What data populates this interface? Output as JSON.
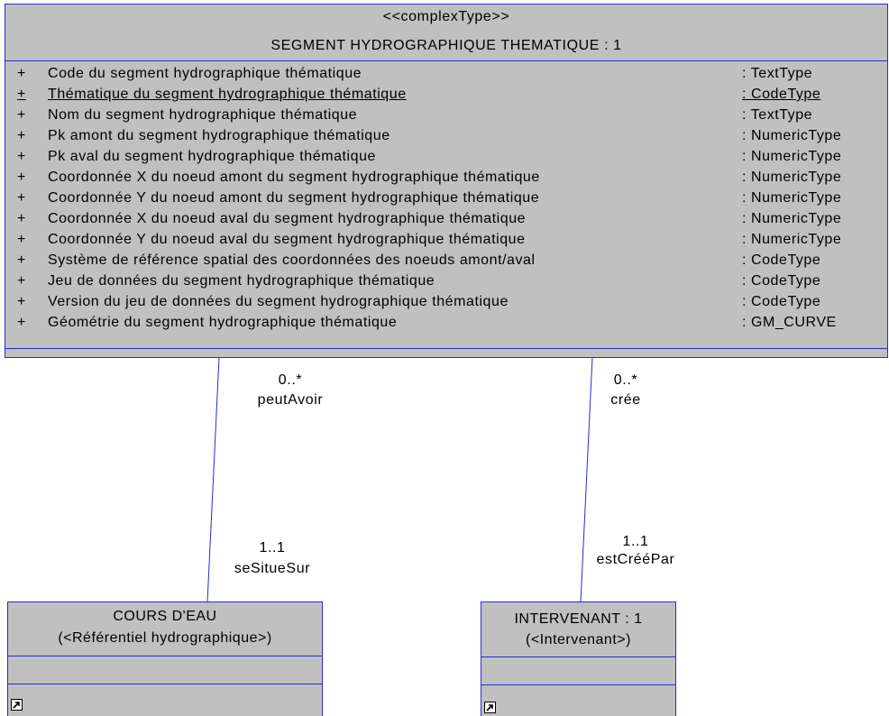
{
  "main_class": {
    "stereotype": "<<complexType>>",
    "title": "SEGMENT HYDROGRAPHIQUE THEMATIQUE : 1",
    "attributes": [
      {
        "visibility": "+",
        "name": "Code du segment hydrographique thématique",
        "type": ": TextType",
        "underlined": false
      },
      {
        "visibility": "+",
        "name": "Thématique du segment hydrographique thématique",
        "type": ": CodeType",
        "underlined": true
      },
      {
        "visibility": "+",
        "name": "Nom du segment hydrographique thématique",
        "type": ": TextType",
        "underlined": false
      },
      {
        "visibility": "+",
        "name": "Pk amont du segment hydrographique thématique",
        "type": ": NumericType",
        "underlined": false
      },
      {
        "visibility": "+",
        "name": "Pk aval du segment hydrographique thématique",
        "type": ": NumericType",
        "underlined": false
      },
      {
        "visibility": "+",
        "name": "Coordonnée X du noeud amont du segment hydrographique thématique",
        "type": ": NumericType",
        "underlined": false
      },
      {
        "visibility": "+",
        "name": "Coordonnée Y du noeud amont du segment hydrographique thématique",
        "type": ": NumericType",
        "underlined": false
      },
      {
        "visibility": "+",
        "name": "Coordonnée X du noeud aval du segment hydrographique thématique",
        "type": ": NumericType",
        "underlined": false
      },
      {
        "visibility": "+",
        "name": "Coordonnée Y du noeud aval du segment hydrographique thématique",
        "type": ": NumericType",
        "underlined": false
      },
      {
        "visibility": "+",
        "name": "Système de référence spatial des coordonnées des noeuds amont/aval",
        "type": ": CodeType",
        "underlined": false
      },
      {
        "visibility": "+",
        "name": "Jeu de données du segment hydrographique thématique",
        "type": ": CodeType",
        "underlined": false
      },
      {
        "visibility": "+",
        "name": "Version du jeu de données du segment hydrographique thématique",
        "type": ": CodeType",
        "underlined": false
      },
      {
        "visibility": "+",
        "name": "Géométrie du segment hydrographique thématique",
        "type": ": GM_CURVE",
        "underlined": false
      }
    ]
  },
  "assoc_left": {
    "top_multiplicity": "0..*",
    "top_role": "peutAvoir",
    "bottom_multiplicity": "1..1",
    "bottom_role": "seSitueSur"
  },
  "assoc_right": {
    "top_multiplicity": "0..*",
    "top_role": "crée",
    "bottom_multiplicity": "1..1",
    "bottom_role": "estCrééPar"
  },
  "class_cours_eau": {
    "title": "COURS D'EAU",
    "subtitle": "(<Référentiel hydrographique>)"
  },
  "class_intervenant": {
    "title": "INTERVENANT : 1",
    "subtitle": "(<Intervenant>)"
  },
  "colors": {
    "box_fill": "#c0c0c0",
    "border": "#2b2bd4"
  }
}
